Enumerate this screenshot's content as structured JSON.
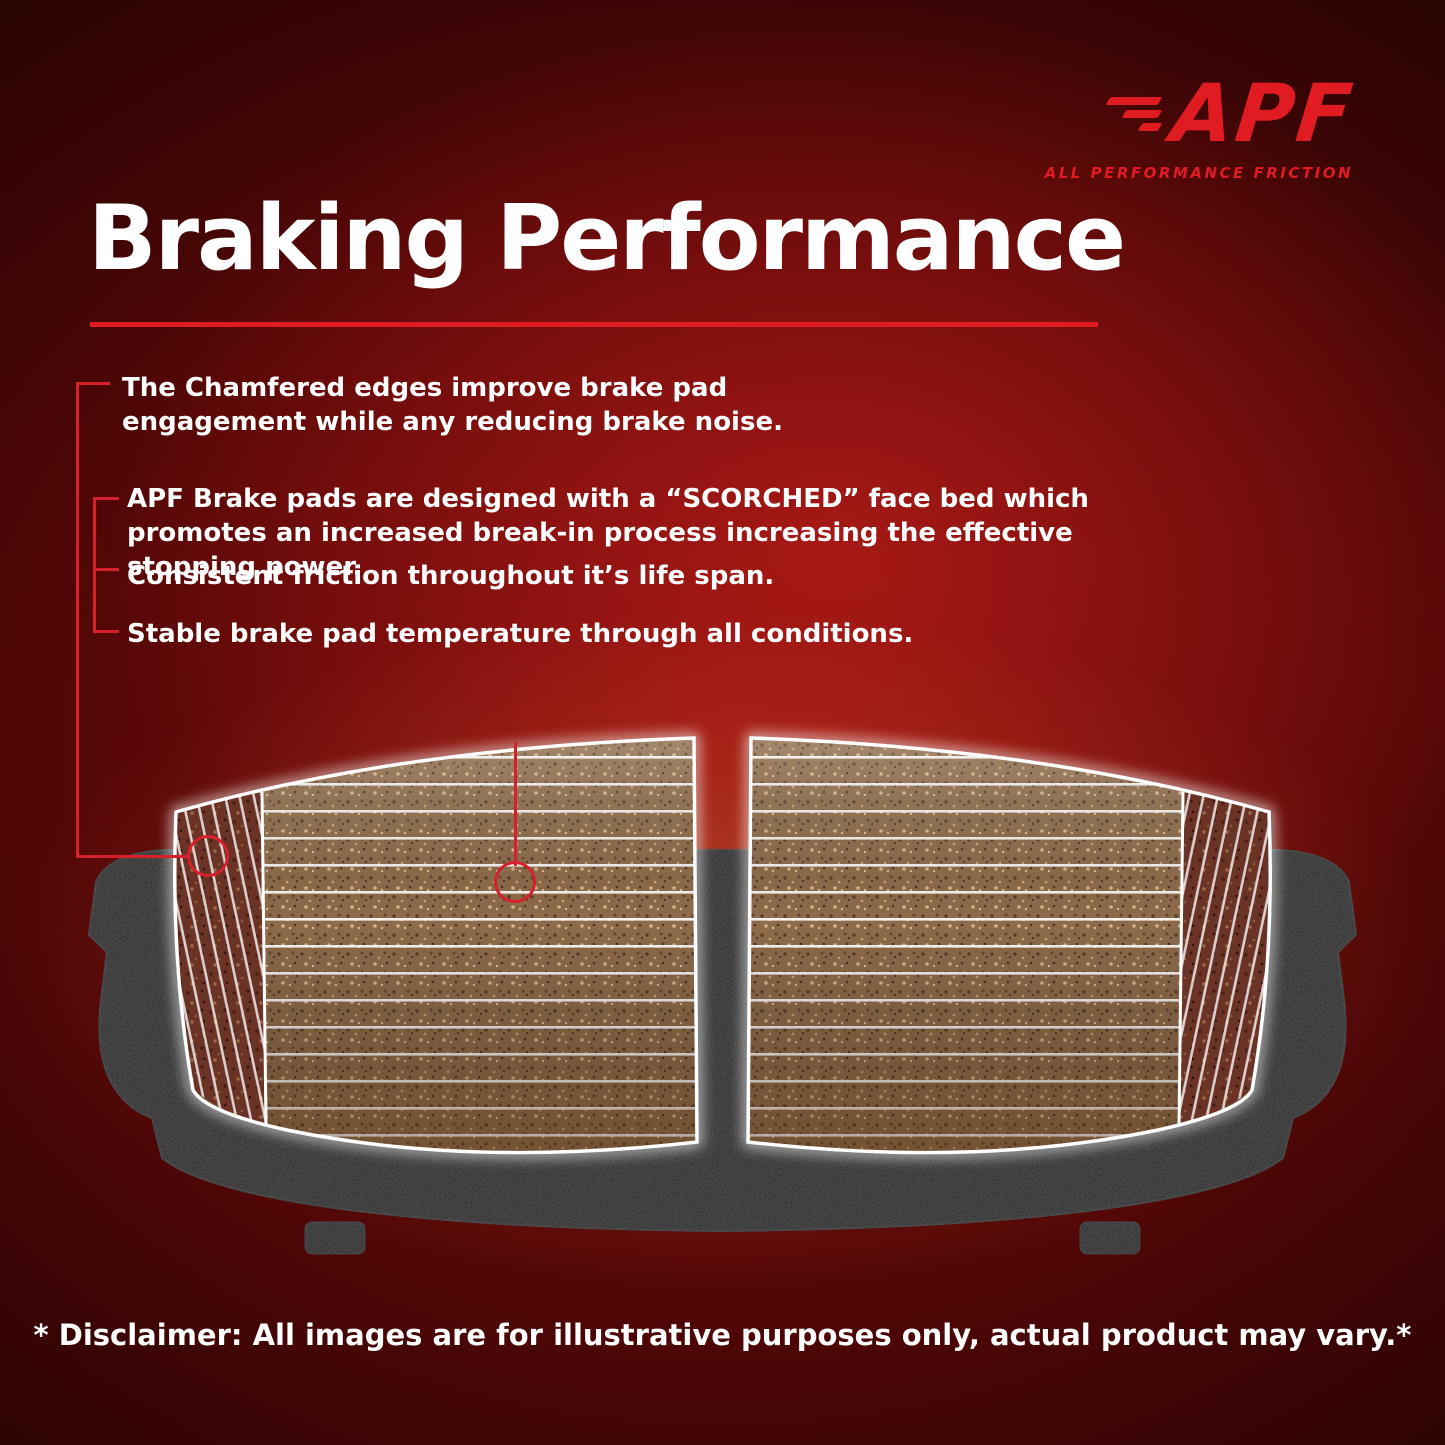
{
  "logo": {
    "brand": "APF",
    "tagline": "ALL PERFORMANCE FRICTION"
  },
  "header": {
    "title": "Braking Performance"
  },
  "bullets": [
    "The Chamfered edges improve brake pad engagement while any reducing brake noise.",
    "APF Brake pads are designed with a “SCORCHED” face bed which promotes an increased break-in process increasing the effective stopping power.",
    "Consistent friction throughout it’s life span.",
    "Stable brake pad temperature through all conditions."
  ],
  "footer": {
    "disclaimer": "* Disclaimer: All images are for illustrative purposes only, actual product may vary.*"
  },
  "colors": {
    "accent_red": "#e11b22",
    "callout_red": "#d6202b",
    "background_red": "#7d0d0d",
    "pad_friction": "#8d6b4b",
    "pad_chamfer": "#6a3326",
    "backing_plate": "#161616",
    "outline_glow": "#ffffff"
  },
  "icons": {
    "speed_lines": "speed-lines-icon",
    "callout_circle_chamfer": "chamfer-target",
    "callout_circle_scorched": "scorched-target"
  }
}
